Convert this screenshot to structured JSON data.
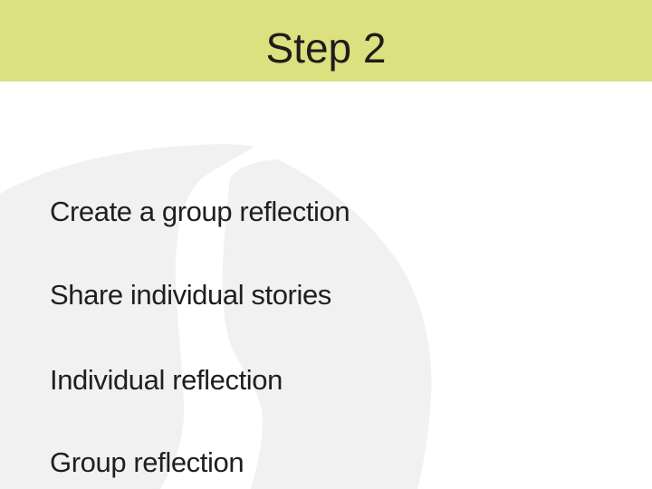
{
  "slide": {
    "title": "Step 2",
    "bullets": [
      "Create a group reflection",
      "Share individual stories",
      "Individual reflection",
      "Group reflection"
    ],
    "watermark_icon": "s-swirl-logo-watermark",
    "colors": {
      "band": "#dde07e",
      "title_text": "#1d1d1b",
      "body_text": "#1f1f1f",
      "watermark": "#f1f1f2",
      "background": "#ffffff"
    }
  }
}
